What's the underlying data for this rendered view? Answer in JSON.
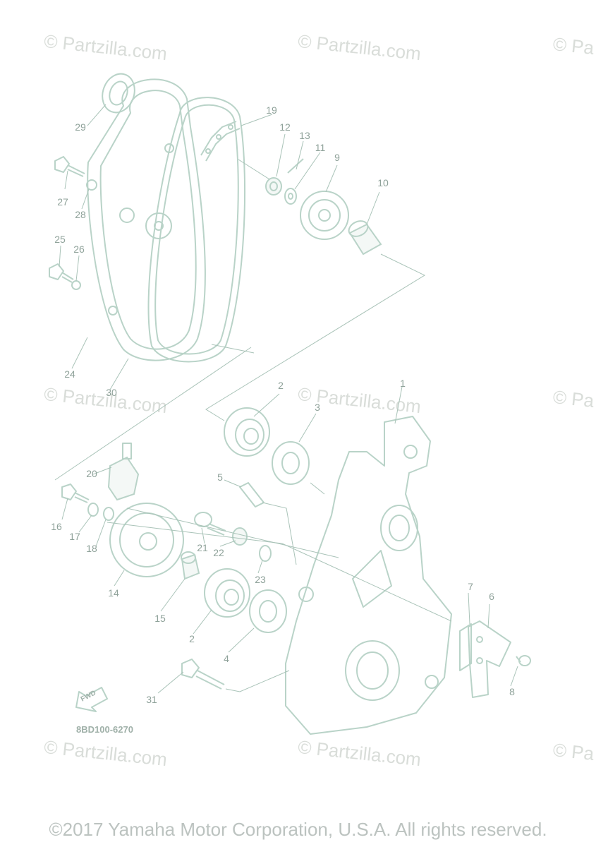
{
  "watermark": "© Partzilla.com",
  "watermark_partial": "© Pa",
  "diagram_code": "8BD100-6270",
  "fwd_label": "FWD",
  "copyright": "©2017 Yamaha Motor Corporation, U.S.A. All rights reserved.",
  "callouts": [
    {
      "id": "1",
      "label": "1"
    },
    {
      "id": "2a",
      "label": "2"
    },
    {
      "id": "2b",
      "label": "2"
    },
    {
      "id": "3",
      "label": "3"
    },
    {
      "id": "4",
      "label": "4"
    },
    {
      "id": "5",
      "label": "5"
    },
    {
      "id": "6",
      "label": "6"
    },
    {
      "id": "7",
      "label": "7"
    },
    {
      "id": "8",
      "label": "8"
    },
    {
      "id": "9",
      "label": "9"
    },
    {
      "id": "10",
      "label": "10"
    },
    {
      "id": "11",
      "label": "11"
    },
    {
      "id": "12",
      "label": "12"
    },
    {
      "id": "13",
      "label": "13"
    },
    {
      "id": "14",
      "label": "14"
    },
    {
      "id": "15",
      "label": "15"
    },
    {
      "id": "16",
      "label": "16"
    },
    {
      "id": "17",
      "label": "17"
    },
    {
      "id": "18",
      "label": "18"
    },
    {
      "id": "19",
      "label": "19"
    },
    {
      "id": "20",
      "label": "20"
    },
    {
      "id": "21",
      "label": "21"
    },
    {
      "id": "22",
      "label": "22"
    },
    {
      "id": "23",
      "label": "23"
    },
    {
      "id": "24",
      "label": "24"
    },
    {
      "id": "25",
      "label": "25"
    },
    {
      "id": "26",
      "label": "26"
    },
    {
      "id": "27",
      "label": "27"
    },
    {
      "id": "28",
      "label": "28"
    },
    {
      "id": "29",
      "label": "29"
    },
    {
      "id": "30",
      "label": "30"
    },
    {
      "id": "31",
      "label": "31"
    }
  ]
}
